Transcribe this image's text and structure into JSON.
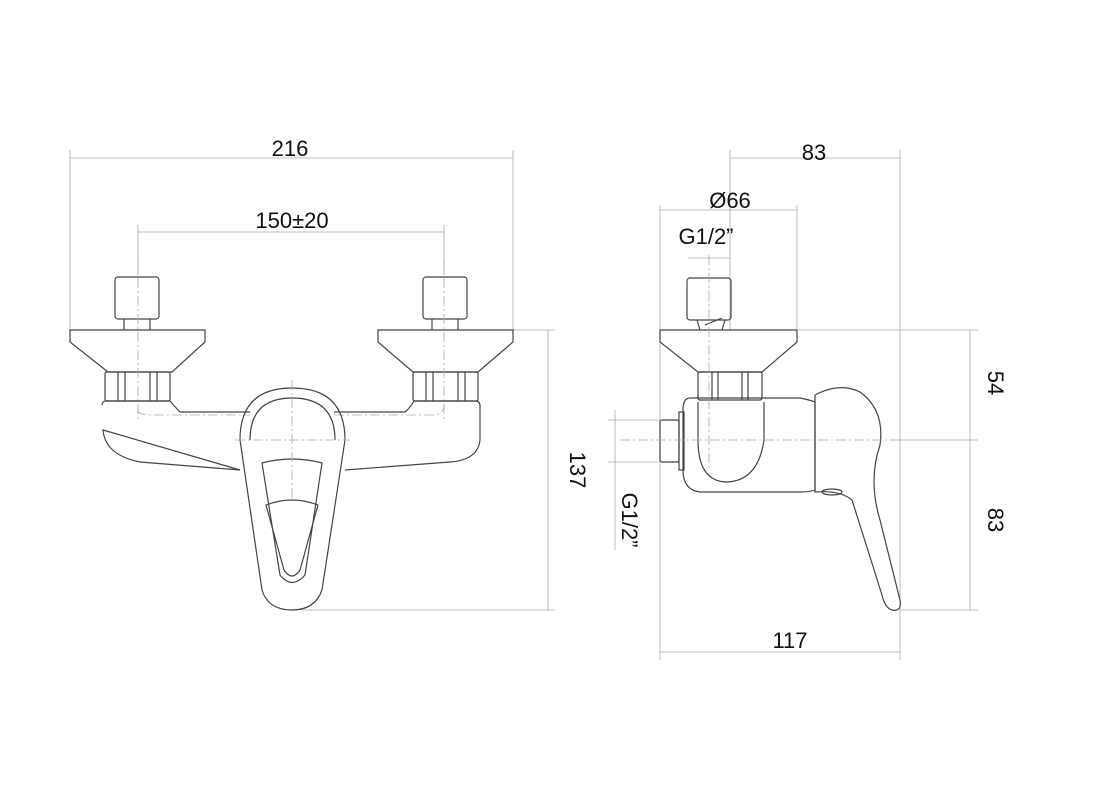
{
  "front_view": {
    "overall_width": "216",
    "inlet_spacing": "150±20",
    "height": "137"
  },
  "side_view": {
    "depth_top": "83",
    "flange_diameter": "Ø66",
    "inlet_thread": "G1/2”",
    "upper_height": "54",
    "lower_height": "83",
    "overall_depth": "117",
    "outlet_thread": "G1/2”"
  },
  "colors": {
    "outline": "#444444",
    "dimension": "#aaaaaa",
    "text": "#111111"
  }
}
